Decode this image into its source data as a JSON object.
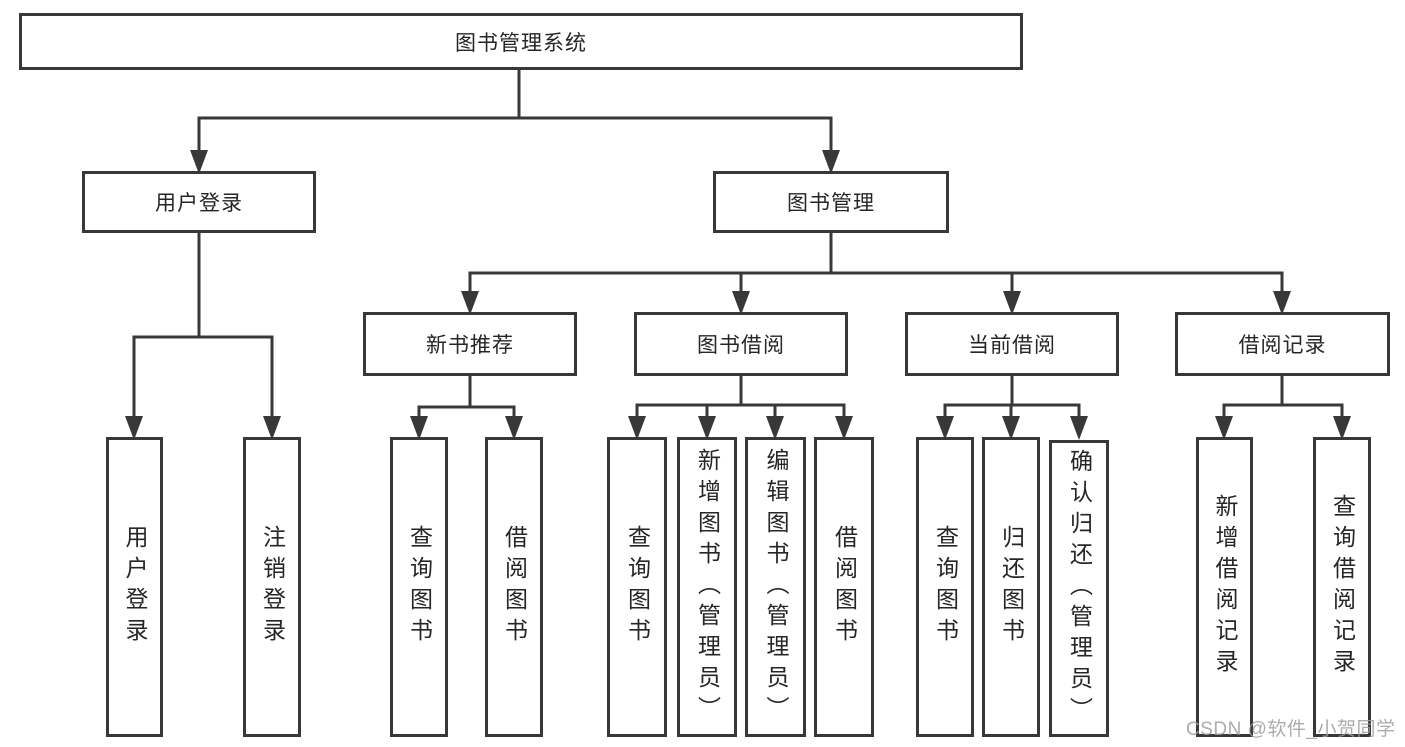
{
  "tree": {
    "label": "图书管理系统",
    "children": [
      {
        "label": "用户登录",
        "children": [
          {
            "label": "用户登录"
          },
          {
            "label": "注销登录"
          }
        ]
      },
      {
        "label": "图书管理",
        "children": [
          {
            "label": "新书推荐",
            "children": [
              {
                "label": "查询图书"
              },
              {
                "label": "借阅图书"
              }
            ]
          },
          {
            "label": "图书借阅",
            "children": [
              {
                "label": "查询图书"
              },
              {
                "label": "新增图书（管理员）"
              },
              {
                "label": "编辑图书（管理员）"
              },
              {
                "label": "借阅图书"
              }
            ]
          },
          {
            "label": "当前借阅",
            "children": [
              {
                "label": "查询图书"
              },
              {
                "label": "归还图书"
              },
              {
                "label": "确认归还（管理员）"
              }
            ]
          },
          {
            "label": "借阅记录",
            "children": [
              {
                "label": "新增借阅记录"
              },
              {
                "label": "查询借阅记录"
              }
            ]
          }
        ]
      }
    ]
  },
  "watermark": {
    "text": "CSDN @软件_小贺同学"
  },
  "colors": {
    "line": "#383838",
    "box_border": "#383838",
    "box_background": "#ffffff",
    "text": "#262626",
    "page_background": "#ffffff",
    "watermark": "#9e9e9e"
  }
}
